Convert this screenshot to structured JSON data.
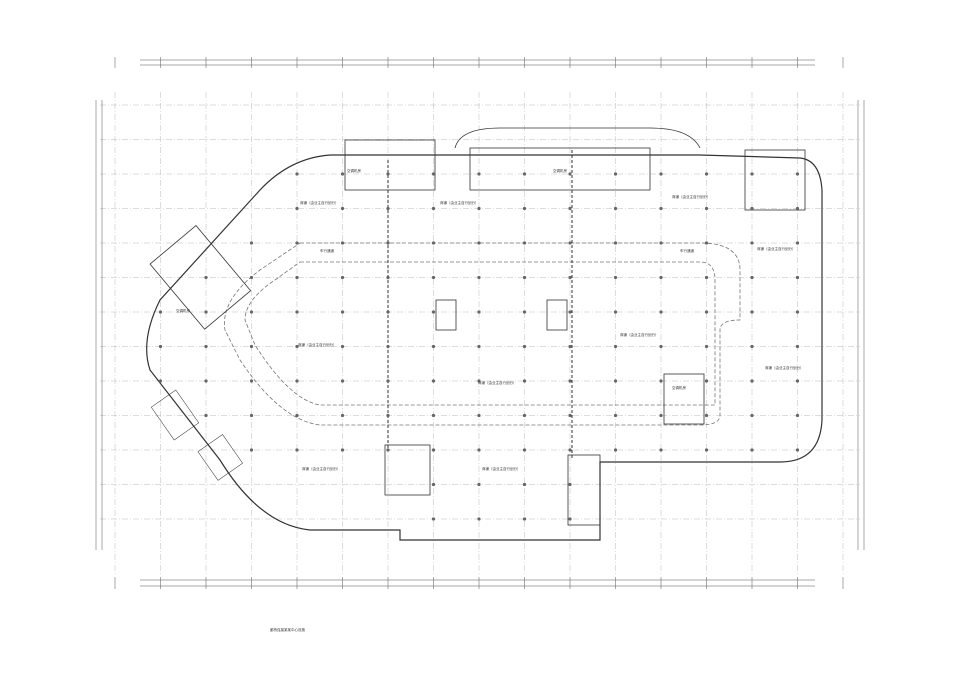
{
  "drawing": {
    "type": "architectural-floor-plan",
    "line_color": "#333333",
    "grid_color": "#9a9a9a",
    "labels": {
      "shop": "商铺（由业主自行划分）",
      "ac_room": "空调机房",
      "driveway": "车行通道",
      "note_bottom": "廊桥连接某某中心设施"
    }
  }
}
